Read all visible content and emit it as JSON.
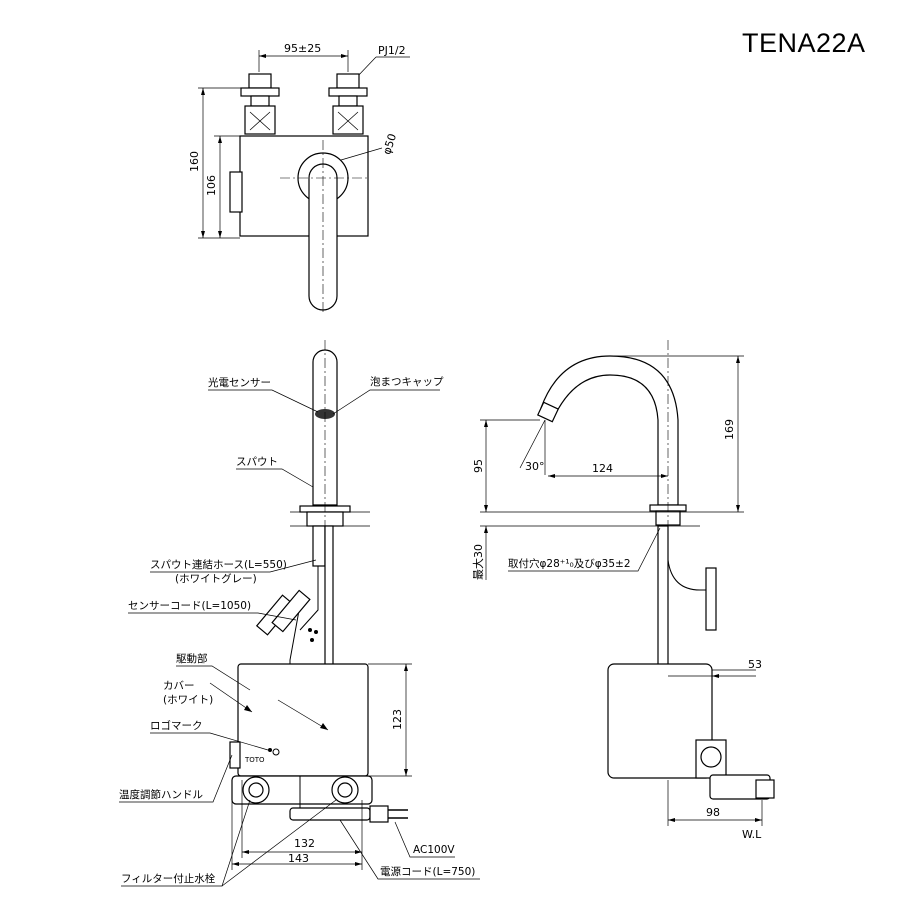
{
  "model": "TENA22A",
  "top_view": {
    "dim_pitch": "95±25",
    "thread": "PJ1/2",
    "dim_height_160": "160",
    "dim_height_106": "106",
    "dim_diameter": "φ50"
  },
  "front_view": {
    "photo_sensor": "光電センサー",
    "aerator_cap": "泡まつキャップ",
    "spout": "スパウト",
    "hose": "スパウト連結ホース(L=550)",
    "hose_color": "(ホワイトグレー)",
    "sensor_cord": "センサーコード(L=1050)",
    "drive_unit": "駆動部",
    "cover": "カバー",
    "cover_color": "(ホワイト)",
    "logo_mark": "ロゴマーク",
    "temp_handle": "温度調節ハンドル",
    "filter_valve": "フィルター付止水栓",
    "power_cord": "電源コード(L=750)",
    "ac": "AC100V",
    "dim_123": "123",
    "dim_132": "132",
    "dim_143": "143"
  },
  "side_view": {
    "dim_169": "169",
    "dim_95": "95",
    "dim_124": "124",
    "angle": "30°",
    "max30": "最大30",
    "mount_hole": "取付穴φ28⁺¹₀及びφ35±2",
    "dim_53": "53",
    "dim_98": "98",
    "wl": "W.L"
  }
}
